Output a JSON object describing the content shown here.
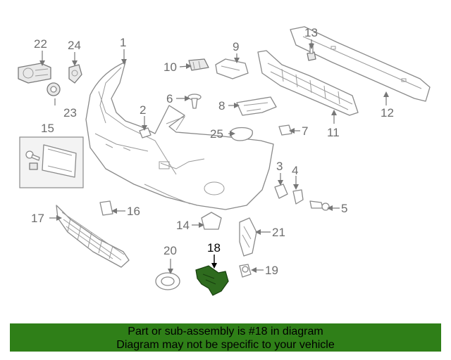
{
  "diagram": {
    "highlighted_part": "18",
    "callouts": [
      "1",
      "2",
      "3",
      "4",
      "5",
      "6",
      "7",
      "8",
      "9",
      "10",
      "11",
      "12",
      "13",
      "14",
      "15",
      "16",
      "17",
      "18",
      "19",
      "20",
      "21",
      "22",
      "23",
      "24",
      "25"
    ]
  },
  "banner": {
    "line1": "Part or sub-assembly is #18 in diagram",
    "line2": "Diagram may not be specific to your vehicle",
    "color": "#2f7f18"
  }
}
